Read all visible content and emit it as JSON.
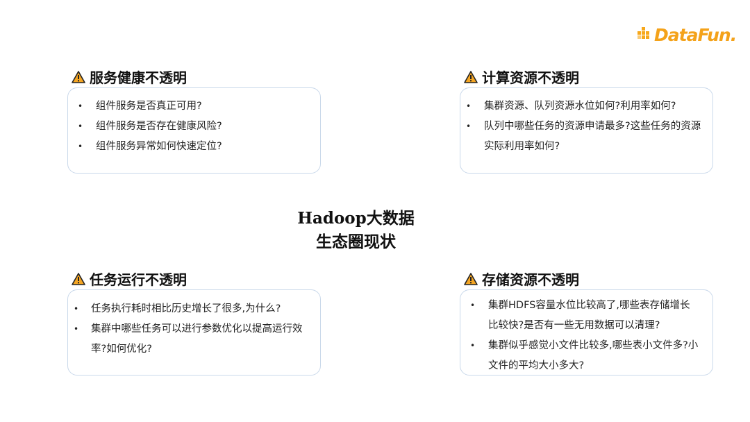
{
  "logo": {
    "text": "DataFun.",
    "color": "#f4a21a"
  },
  "center": {
    "line1": "Hadoop大数据",
    "line2": "生态圈现状"
  },
  "sections": {
    "service": {
      "title": "服务健康不透明",
      "items": [
        "组件服务是否真正可用?",
        "组件服务是否存在健康风险?",
        "组件服务异常如何快速定位?"
      ]
    },
    "compute": {
      "title": "计算资源不透明",
      "items": [
        "集群资源、队列资源水位如何?利用率如何?",
        "队列中哪些任务的资源申请最多?这些任务的资源实际利用率如何?"
      ]
    },
    "task": {
      "title": "任务运行不透明",
      "items": [
        "任务执行耗时相比历史增长了很多,为什么?",
        "集群中哪些任务可以进行参数优化以提高运行效率?如何优化?"
      ]
    },
    "storage": {
      "title": "存储资源不透明",
      "items": [
        "集群HDFS容量水位比较高了,哪些表存储增长 比较快?是否有一些无用数据可以清理?",
        "集群似乎感觉小文件比较多,哪些表小文件多?小文件的平均大小多大?"
      ]
    }
  },
  "icons": {
    "warning": "warning-triangle-icon"
  },
  "colors": {
    "warning_fill": "#f5a623",
    "card_border": "#c9d8ea",
    "logo": "#f4a21a"
  }
}
